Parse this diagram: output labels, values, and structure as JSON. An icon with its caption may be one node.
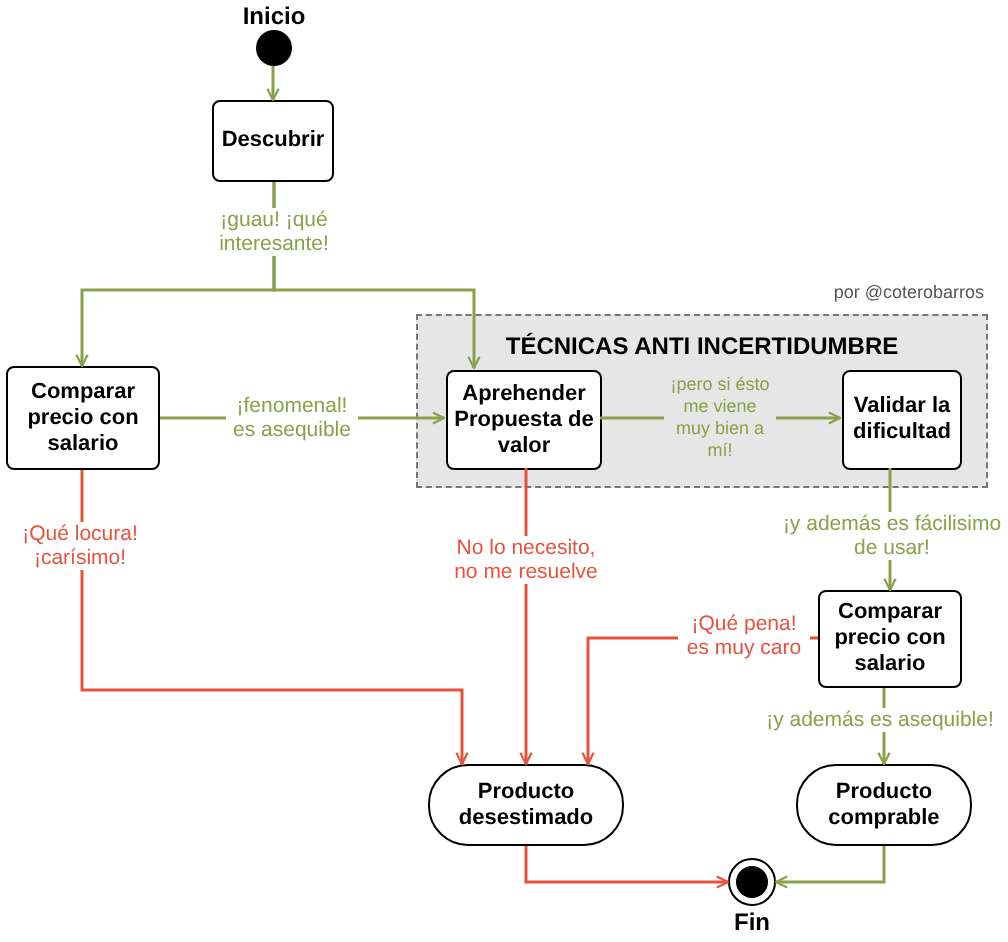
{
  "diagram": {
    "nodes": [
      {
        "text": [],
        "shape": "circle",
        "beside": [
          "Inicio"
        ]
      },
      {
        "text": [
          "Descubrir"
        ]
      },
      {
        "text": [
          "Comparar precio con salario"
        ]
      },
      {
        "text": [
          "TÉCNICAS ANTI INCERTIDUMBRE"
        ]
      },
      {
        "text": [
          "Aprehender Propuesta de valor"
        ],
        "in": 3
      },
      {
        "text": [
          "Validar la dificultad"
        ],
        "in": 3
      },
      {
        "text": [
          "Comparar precio con salario"
        ]
      },
      {
        "text": [
          "Producto desestimado"
        ]
      },
      {
        "text": [
          "Producto comprable"
        ]
      },
      {
        "text": [],
        "shape": "circle",
        "beside": [
          "Fin"
        ]
      }
    ],
    "edges": [
      {
        "from": 0,
        "to": 1,
        "arrow": "to"
      },
      {
        "from": 1,
        "to": 2,
        "arrow": "to",
        "label": "¡guau! ¡qué interesante!"
      },
      {
        "from": 1,
        "to": 4,
        "arrow": "to"
      },
      {
        "from": 2,
        "to": 4,
        "arrow": "to",
        "label": "¡fenomenal! es asequible"
      },
      {
        "from": 4,
        "to": 5,
        "arrow": "to",
        "label": "¡pero si ésto me viene muy bien a mí!"
      },
      {
        "from": 5,
        "to": 6,
        "arrow": "to",
        "label": "¡y además es fácilisimo de usar!"
      },
      {
        "from": 6,
        "to": 7,
        "arrow": "to",
        "label": "¡Qué pena! es muy caro",
        "color": "#e5533d"
      },
      {
        "from": 6,
        "to": 8,
        "arrow": "to",
        "label": "¡y además es asequible!"
      },
      {
        "from": 2,
        "to": 7,
        "arrow": "to",
        "label": "¡Qué locura! ¡carísimo!",
        "color": "#e5533d"
      },
      {
        "from": 4,
        "to": 7,
        "arrow": "to",
        "label": "No lo necesito, no me resuelve",
        "color": "#e5533d"
      },
      {
        "from": 7,
        "to": 9,
        "arrow": "to",
        "color": "#e5533d"
      },
      {
        "from": 8,
        "to": 9,
        "arrow": "to"
      }
    ],
    "labels": [
      "por @coterobarros"
    ]
  }
}
